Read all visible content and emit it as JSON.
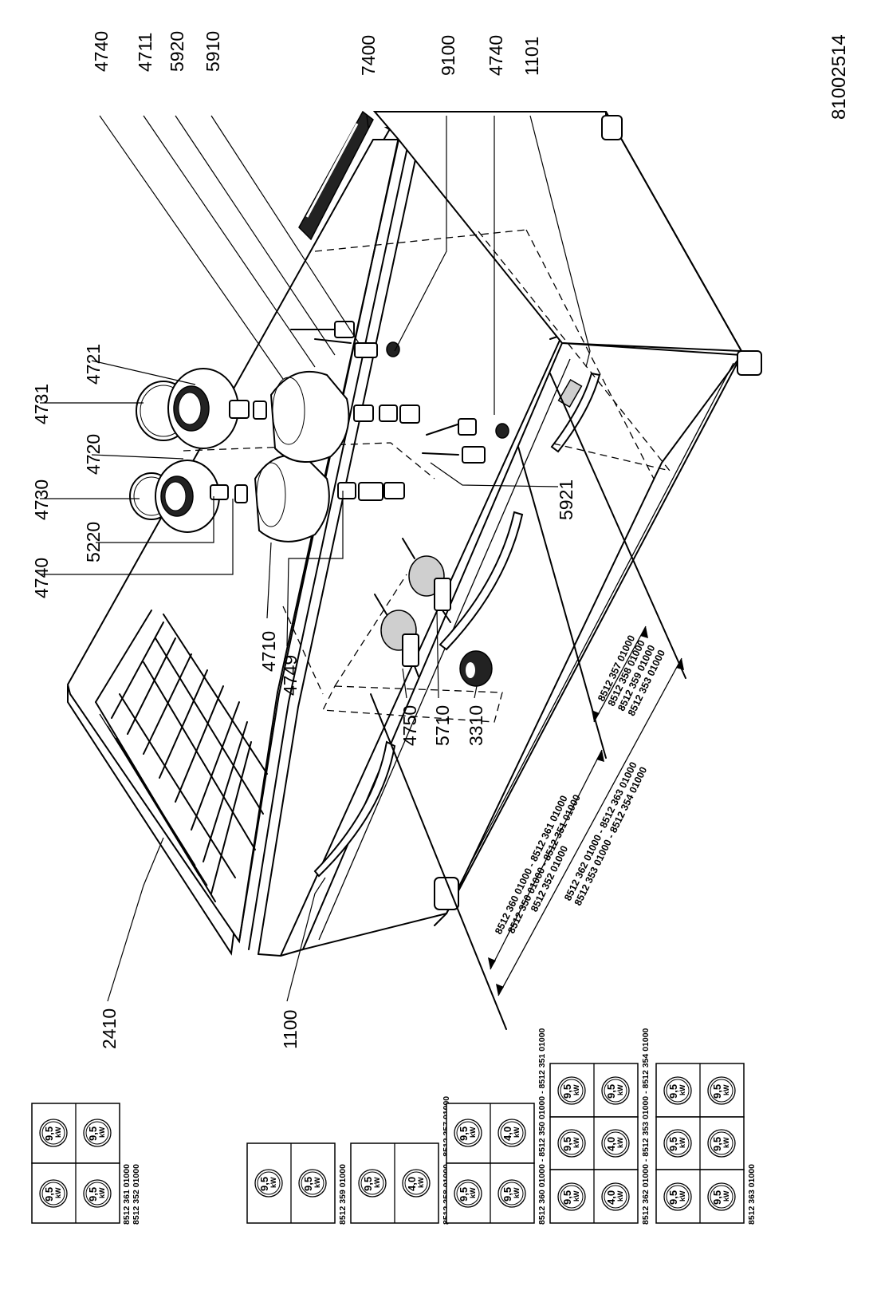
{
  "document_number": "81002514",
  "callouts": [
    {
      "id": "c4740a",
      "label": "4740"
    },
    {
      "id": "c4711",
      "label": "4711"
    },
    {
      "id": "c5920",
      "label": "5920"
    },
    {
      "id": "c5910",
      "label": "5910"
    },
    {
      "id": "c7400",
      "label": "7400"
    },
    {
      "id": "c9100",
      "label": "9100"
    },
    {
      "id": "c4740b",
      "label": "4740"
    },
    {
      "id": "c1101",
      "label": "1101"
    },
    {
      "id": "c4721",
      "label": "4721"
    },
    {
      "id": "c4731",
      "label": "4731"
    },
    {
      "id": "c4720",
      "label": "4720"
    },
    {
      "id": "c4730",
      "label": "4730"
    },
    {
      "id": "c5220",
      "label": "5220"
    },
    {
      "id": "c4740c",
      "label": "4740"
    },
    {
      "id": "c5921",
      "label": "5921"
    },
    {
      "id": "c4710",
      "label": "4710"
    },
    {
      "id": "c4749",
      "label": "4749"
    },
    {
      "id": "c4750",
      "label": "4750"
    },
    {
      "id": "c5710",
      "label": "5710"
    },
    {
      "id": "c3310",
      "label": "3310"
    },
    {
      "id": "c2410",
      "label": "2410"
    },
    {
      "id": "c1100",
      "label": "1100"
    }
  ],
  "dimension_labels": {
    "short": [
      "8512 357 01000",
      "8512 358 01000",
      "8512 359 01000",
      "8512 353 01000"
    ],
    "long_upper": [
      "8512 360 01000 - 8512 361 01000",
      "8512 350 01000 - 8512 351 01000",
      "8512 352 01000"
    ],
    "long_lower": [
      "8512 362 01000 - 8512 363 01000",
      "8512 353 01000 - 8512 354 01000"
    ]
  },
  "configurations": [
    {
      "models": [
        "8512 361 01000",
        "8512 352 01000"
      ],
      "burners": [
        {
          "value": "9,5",
          "unit": "kW"
        },
        {
          "value": "9,5",
          "unit": "kW"
        },
        {
          "value": "9,5",
          "unit": "kW"
        },
        {
          "value": "9,5",
          "unit": "kW"
        }
      ]
    },
    {
      "models": [
        "8512 359 01000"
      ],
      "burners": [
        {
          "value": "9,5",
          "unit": "kW"
        },
        {
          "value": "9,5",
          "unit": "kW"
        }
      ]
    },
    {
      "models": [
        "8512 358 01000 - 8512 357 01000"
      ],
      "burners": [
        {
          "value": "9,5",
          "unit": "kW"
        },
        {
          "value": "4,0",
          "unit": "kW"
        }
      ]
    },
    {
      "models": [
        "8512 360 01000 - 8512 350 01000 - 8512 351 01000"
      ],
      "burners": [
        {
          "value": "9,5",
          "unit": "kW"
        },
        {
          "value": "4,0",
          "unit": "kW"
        },
        {
          "value": "9,5",
          "unit": "kW"
        },
        {
          "value": "9,5",
          "unit": "kW"
        }
      ]
    },
    {
      "models": [
        "8512 362 01000 - 8512 353 01000 - 8512 354 01000"
      ],
      "burners": [
        {
          "value": "9,5",
          "unit": "kW"
        },
        {
          "value": "4,0",
          "unit": "kW"
        },
        {
          "value": "9,5",
          "unit": "kW"
        },
        {
          "value": "4,0",
          "unit": "kW"
        },
        {
          "value": "9,5",
          "unit": "kW"
        },
        {
          "value": "9,5",
          "unit": "kW"
        }
      ]
    },
    {
      "models": [
        "8512 363 01000"
      ],
      "burners": [
        {
          "value": "9,5",
          "unit": "kW"
        },
        {
          "value": "9,5",
          "unit": "kW"
        },
        {
          "value": "9,5",
          "unit": "kW"
        },
        {
          "value": "9,5",
          "unit": "kW"
        },
        {
          "value": "9,5",
          "unit": "kW"
        },
        {
          "value": "9,5",
          "unit": "kW"
        }
      ]
    }
  ]
}
